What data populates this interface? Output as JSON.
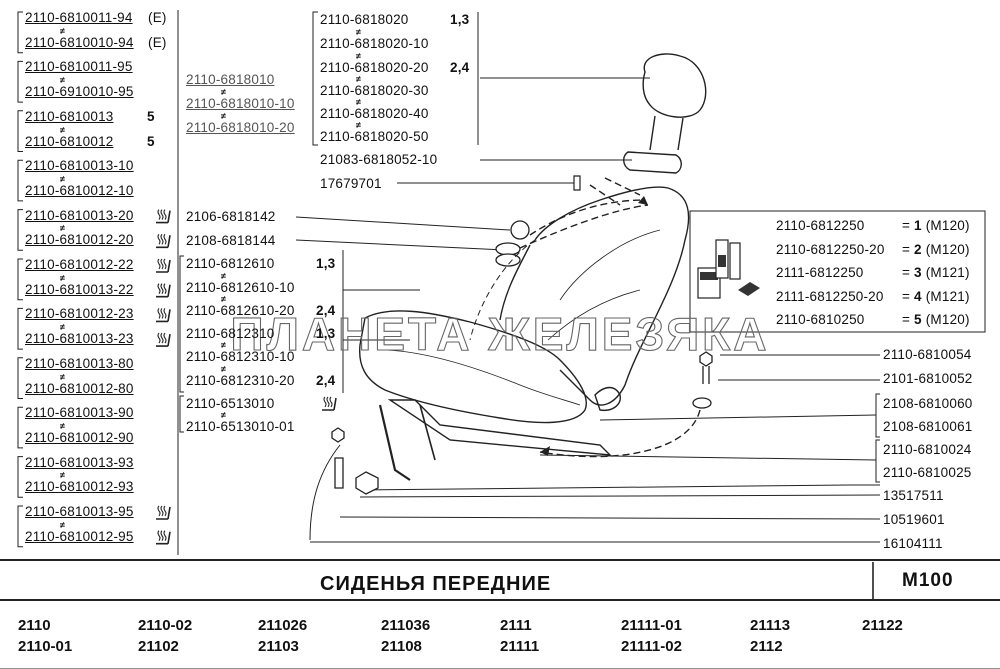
{
  "left_column": [
    {
      "code": "2110-6810011-94",
      "suffix": "(E)"
    },
    {
      "code": "2110-6810010-94",
      "suffix": "(E)"
    },
    {
      "code": "2110-6810011-95",
      "suffix": ""
    },
    {
      "code": "2110-6910010-95",
      "suffix": ""
    },
    {
      "code": "2110-6810013",
      "suffix": "5"
    },
    {
      "code": "2110-6810012",
      "suffix": "5"
    },
    {
      "code": "2110-6810013-10",
      "suffix": ""
    },
    {
      "code": "2110-6810012-10",
      "suffix": ""
    },
    {
      "code": "2110-6810013-20",
      "suffix": "heat"
    },
    {
      "code": "2110-6810012-20",
      "suffix": "heat"
    },
    {
      "code": "2110-6810012-22",
      "suffix": "heat"
    },
    {
      "code": "2110-6810013-22",
      "suffix": "heat"
    },
    {
      "code": "2110-6810012-23",
      "suffix": "heat"
    },
    {
      "code": "2110-6810013-23",
      "suffix": "heat"
    },
    {
      "code": "2110-6810013-80",
      "suffix": ""
    },
    {
      "code": "2110-6810012-80",
      "suffix": ""
    },
    {
      "code": "2110-6810013-90",
      "suffix": ""
    },
    {
      "code": "2110-6810012-90",
      "suffix": ""
    },
    {
      "code": "2110-6810013-93",
      "suffix": ""
    },
    {
      "code": "2110-6810012-93",
      "suffix": ""
    },
    {
      "code": "2110-6810013-95",
      "suffix": "heat"
    },
    {
      "code": "2110-6810012-95",
      "suffix": "heat"
    }
  ],
  "headrest_frame_group": [
    "2110-6818010",
    "2110-6818010-10",
    "2110-6818010-20"
  ],
  "headrest_group": [
    {
      "code": "2110-6818020",
      "note": "1,3"
    },
    {
      "code": "2110-6818020-10",
      "note": ""
    },
    {
      "code": "2110-6818020-20",
      "note": "2,4"
    },
    {
      "code": "2110-6818020-30",
      "note": ""
    },
    {
      "code": "2110-6818020-40",
      "note": ""
    },
    {
      "code": "2110-6818020-50",
      "note": ""
    },
    {
      "code": "21083-6818052-10",
      "note": ""
    },
    {
      "code": "17679701",
      "note": ""
    }
  ],
  "middle_parts": [
    {
      "code": "2106-6818142",
      "note": ""
    },
    {
      "code": "2108-6818144",
      "note": ""
    },
    {
      "code": "2110-6812610",
      "note": "1,3"
    },
    {
      "code": "2110-6812610-10",
      "note": ""
    },
    {
      "code": "2110-6812610-20",
      "note": "2,4"
    },
    {
      "code": "2110-6812310",
      "note": "1,3"
    },
    {
      "code": "2110-6812310-10",
      "note": ""
    },
    {
      "code": "2110-6812310-20",
      "note": "2,4"
    },
    {
      "code": "2110-6513010",
      "note": "heat"
    },
    {
      "code": "2110-6513010-01",
      "note": ""
    }
  ],
  "legend_box": [
    {
      "code": "2110-6812250",
      "eq": "= ",
      "n": "1",
      "model": "(M120)"
    },
    {
      "code": "2110-6812250-20",
      "eq": "= ",
      "n": "2",
      "model": "(M120)"
    },
    {
      "code": "2111-6812250",
      "eq": "= ",
      "n": "3",
      "model": "(M121)"
    },
    {
      "code": "2111-6812250-20",
      "eq": "= ",
      "n": "4",
      "model": "(M121)"
    },
    {
      "code": "2110-6810250",
      "eq": "= ",
      "n": "5",
      "model": "(M120)"
    }
  ],
  "right_parts": [
    "2110-6810054",
    "2101-6810052",
    "2108-6810060",
    "2108-6810061",
    "2110-6810024",
    "2110-6810025",
    "13517511",
    "10519601",
    "16104111"
  ],
  "watermark": "ПЛАНЕТА ЖЕЛЕЗЯКА",
  "footer": {
    "title": "СИДЕНЬЯ  ПЕРЕДНИЕ",
    "code": "M100",
    "models_row1": [
      "2110",
      "2110-02",
      "211026",
      "211036",
      "2111",
      "21111-01",
      "21113",
      "21122"
    ],
    "models_row2": [
      "2110-01",
      "21102",
      "21103",
      "21108",
      "21111",
      "21111-02",
      "2112"
    ]
  }
}
